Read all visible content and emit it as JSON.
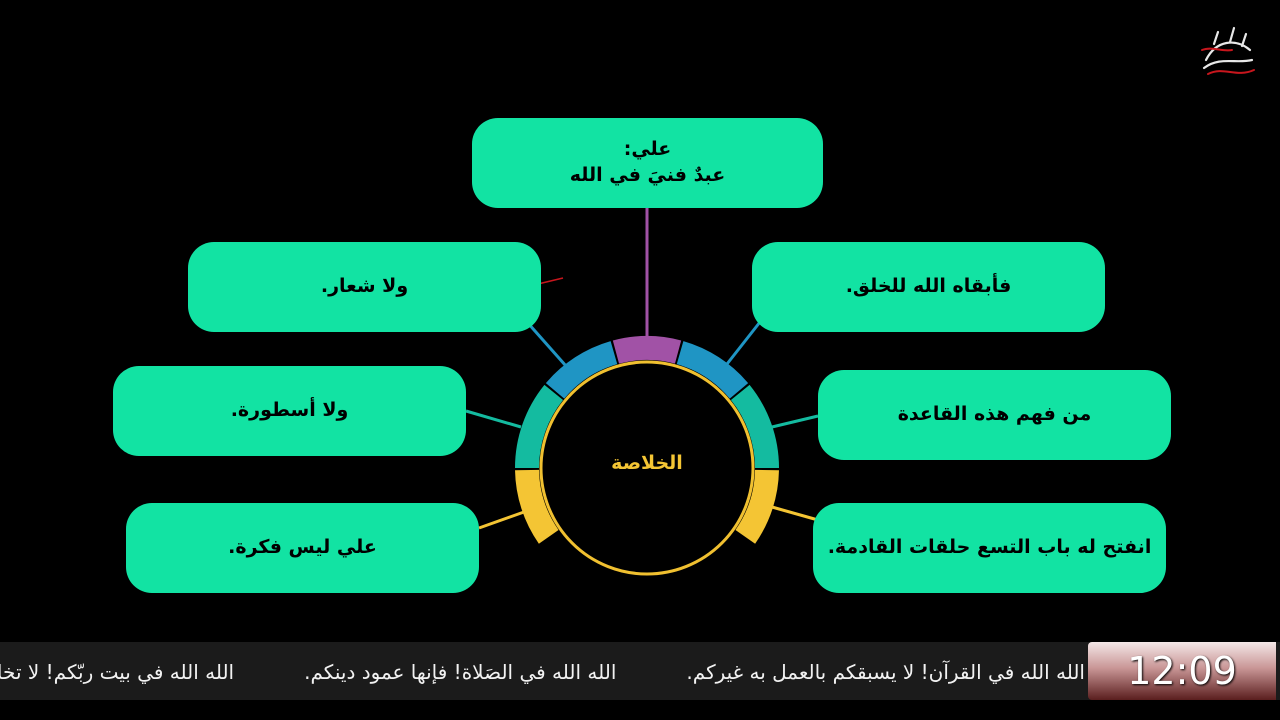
{
  "colors": {
    "box": "#12e3a3",
    "purple": "#a152a6",
    "blue": "#1f95c4",
    "teal": "#14bba0",
    "yellow": "#f4c534",
    "ring": "#f0c030",
    "pen": "#c8161d",
    "center_text": "#f4c534"
  },
  "diagram": {
    "center_label": "الخلاصة",
    "top": {
      "line1": "علي:",
      "line2": "عبدٌ فنيَ في الله"
    },
    "left": [
      {
        "text": "ولا شعار."
      },
      {
        "text": "ولا أسطورة."
      },
      {
        "text": "علي ليس فكرة."
      }
    ],
    "right": [
      {
        "text": "فأبقاه الله للخلق."
      },
      {
        "text": "من فهم هذه القاعدة"
      },
      {
        "text": "انفتح له باب التسع حلقات القادمة."
      }
    ]
  },
  "ticker": {
    "items": [
      "الله الله في القرآن! لا يسبقكم بالعمل به غيركم.",
      "الله الله في الصَلاة! فإنها عمود دينكم.",
      "الله الله في بيت ربّكم! لا تخلوه ما بقيتم فإنه إنْ ترك لم تناظروا."
    ]
  },
  "clock": {
    "time": "12:09"
  }
}
